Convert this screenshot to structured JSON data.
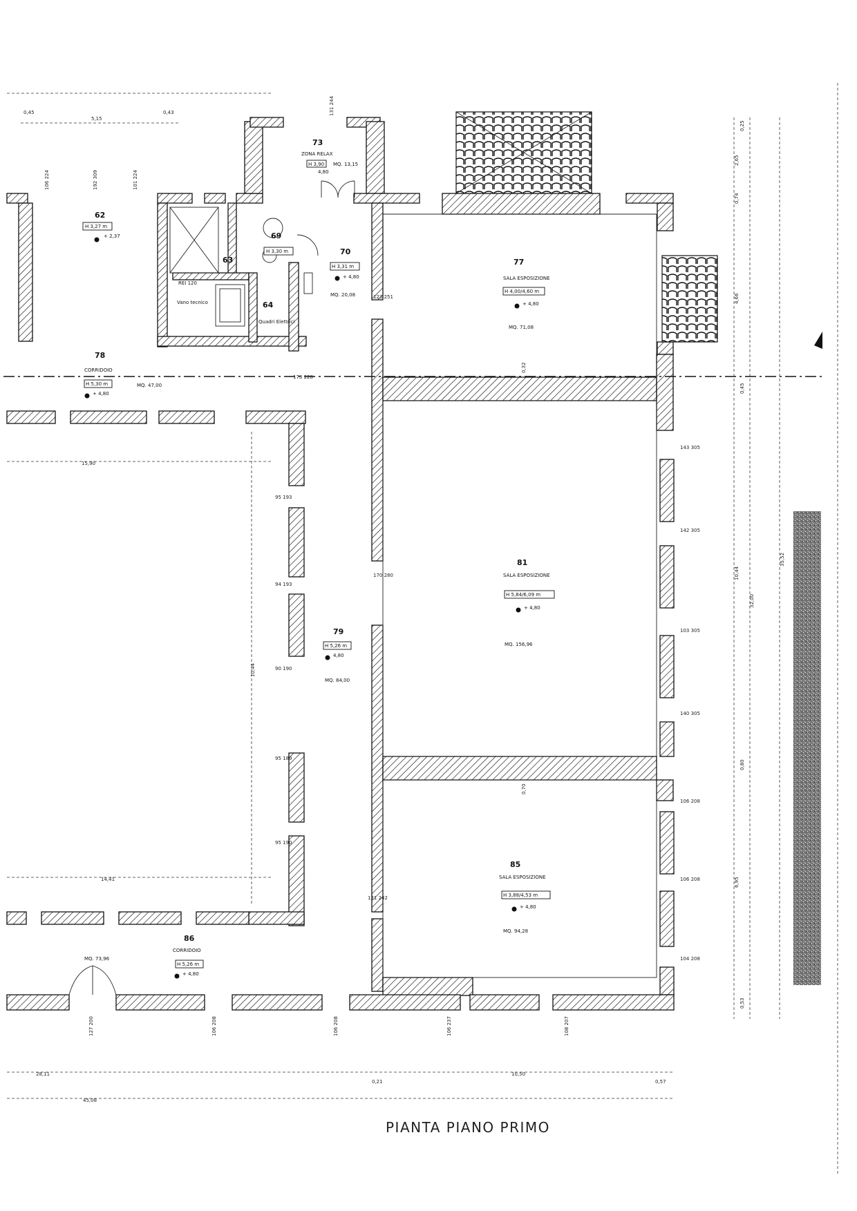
{
  "title": "PIANTA PIANO PRIMO",
  "rooms": [
    {
      "id": "r73",
      "number": "73",
      "name": "ZONA RELAX",
      "height": "H 3,90",
      "level": "4,80",
      "area": "MQ. 13,15"
    },
    {
      "id": "r62",
      "number": "62",
      "name": "",
      "height": "H 3,27 m",
      "level": "+ 2,37",
      "area": ""
    },
    {
      "id": "r69",
      "number": "69",
      "name": "",
      "height": "H 3,30 m",
      "level": "",
      "area": ""
    },
    {
      "id": "r63",
      "number": "63",
      "name": "",
      "height": "",
      "level": "",
      "area": ""
    },
    {
      "id": "r70",
      "number": "70",
      "name": "",
      "height": "H 3,31 m",
      "level": "+ 4,80",
      "area": "MQ. 20,08"
    },
    {
      "id": "r64",
      "number": "64",
      "name": "Quadri Elettrici",
      "height": "",
      "level": "",
      "area": ""
    },
    {
      "id": "r77",
      "number": "77",
      "name": "SALA ESPOSIZIONE",
      "height": "H 4,00/4,60 m",
      "level": "+ 4,80",
      "area": "MQ. 71,08"
    },
    {
      "id": "r78",
      "number": "78",
      "name": "CORRIDOIO",
      "height": "H 5,30 m",
      "level": "+ 4,80",
      "area": "MQ. 47,00"
    },
    {
      "id": "r81",
      "number": "81",
      "name": "SALA ESPOSIZIONE",
      "height": "H 5,84/6,09 m",
      "level": "+ 4,80",
      "area": "MQ. 156,96"
    },
    {
      "id": "r79",
      "number": "79",
      "name": "",
      "height": "H 5,26 m",
      "level": "4,80",
      "area": "MQ. 84,00"
    },
    {
      "id": "r85",
      "number": "85",
      "name": "SALA ESPOSIZIONE",
      "height": "H 3,88/4,53 m",
      "level": "+ 4,80",
      "area": "MQ. 94,28"
    },
    {
      "id": "r86",
      "number": "86",
      "name": "CORRIDOIO",
      "height": "H 5,26 m",
      "level": "+ 4,80",
      "area": "MQ. 73,96"
    }
  ],
  "labels": {
    "vano_tecnico": "Vano tecnico",
    "rei": "REI 120"
  },
  "dimensions": {
    "top": [
      "0,45",
      "5,15",
      "0,43"
    ],
    "top_pairs": [
      "106 224",
      "192 309",
      "101 224",
      "131 244"
    ],
    "bottom_total_left": "28,11",
    "bottom_total_right": "10,50",
    "bottom_a": "0,21",
    "bottom_b": "0,57",
    "overall": "45,08",
    "left_a": "15,90",
    "left_b": "14,41",
    "vertical_mid": "10,44",
    "right_chain": [
      "0,25",
      "2,65",
      "0,74",
      "4,66",
      "0,45",
      "10,44",
      "0,80",
      "6,95",
      "0,53"
    ],
    "right_total_a": "32,00",
    "right_total_b": "35,52",
    "right_side": [
      "143 305",
      "142 305",
      "103 305",
      "140 305",
      "106 208",
      "106 208",
      "104 208"
    ],
    "inner": [
      "123 251",
      "173 228",
      "170 280",
      "121 242",
      "0,32",
      "0,70"
    ],
    "left_windows": [
      "95 193",
      "94 193",
      "90 190",
      "95 189",
      "95 190"
    ],
    "lower_windows": [
      "106 208",
      "106 208",
      "106 237",
      "108 207",
      "127 200"
    ]
  }
}
